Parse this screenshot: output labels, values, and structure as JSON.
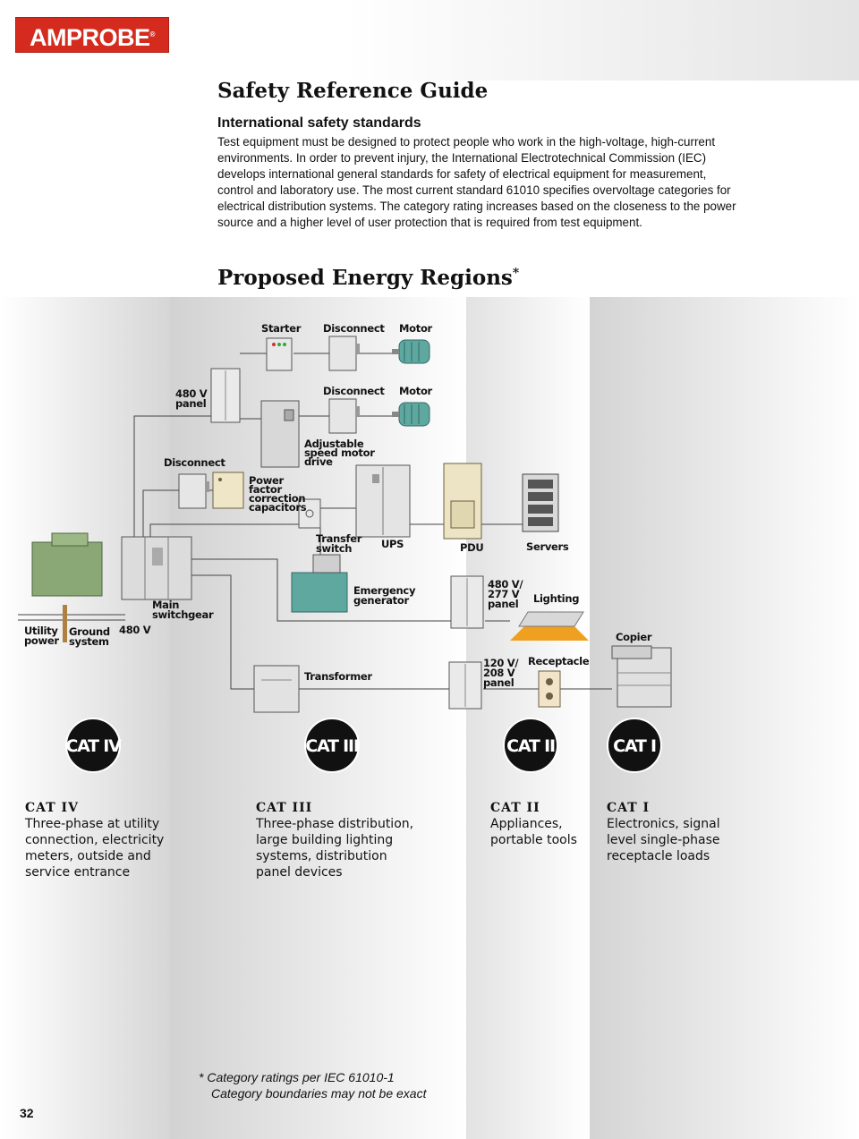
{
  "brand": {
    "name": "AMPROBE",
    "mark": "®"
  },
  "title": "Safety Reference Guide",
  "section": {
    "heading": "International safety standards",
    "body": "Test equipment must be designed to protect people who work in the high-voltage, high-current environments. In order to prevent injury, the International Electrotechnical Commission (IEC) develops international general standards for safety of electrical equipment for measurement, control and laboratory use. The most current standard 61010 specifies overvoltage categories for electrical distribution systems. The category rating increases based on the closeness to the power source and a higher level of user protection that is required from test equipment."
  },
  "regions": {
    "heading": "Proposed Energy Regions",
    "marker": "*"
  },
  "diagram": {
    "labels": {
      "starter": "Starter",
      "disconnect1": "Disconnect",
      "motor1": "Motor",
      "panel480_a": "480 V",
      "panel480_b": "panel",
      "disconnect2": "Disconnect",
      "motor2": "Motor",
      "asd_a": "Adjustable",
      "asd_b": "speed motor",
      "asd_c": "drive",
      "disconnect3": "Disconnect",
      "pfc_a": "Power",
      "pfc_b": "factor",
      "pfc_c": "correction",
      "pfc_d": "capacitors",
      "transfer_a": "Transfer",
      "transfer_b": "switch",
      "ups": "UPS",
      "pdu": "PDU",
      "servers": "Servers",
      "gen_a": "Emergency",
      "gen_b": "generator",
      "p277_a": "480 V/",
      "p277_b": "277 V",
      "p277_c": "panel",
      "lighting": "Lighting",
      "copier": "Copier",
      "main_a": "Main",
      "main_b": "switchgear",
      "v480": "480 V",
      "utility_a": "Utility",
      "utility_b": "power",
      "ground_a": "Ground",
      "ground_b": "system",
      "transformer": "Transformer",
      "p208_a": "120 V/",
      "p208_b": "208 V",
      "p208_c": "panel",
      "receptacle": "Receptacle"
    }
  },
  "categories": [
    {
      "badge": "CAT IV",
      "title": "CAT IV",
      "description": "Three-phase at utility\nconnection, electricity\nmeters, outside and\nservice entrance"
    },
    {
      "badge": "CAT III",
      "title": "CAT III",
      "description": "Three-phase distribution,\nlarge building lighting\nsystems, distribution\npanel devices"
    },
    {
      "badge": "CAT II",
      "title": "CAT II",
      "description": "Appliances,\nportable tools"
    },
    {
      "badge": "CAT I",
      "title": "CAT I",
      "description": "Electronics, signal\nlevel single-phase\nreceptacle loads"
    }
  ],
  "footnote": {
    "line1": "*  Category ratings per IEC 61010-1",
    "line2": "Category boundaries may not be exact"
  },
  "page_number": "32",
  "colors": {
    "brand_red": "#d52b1e",
    "badge_black": "#111111",
    "motor_teal": "#5fa8a0",
    "switchgear_green": "#8aa875",
    "lighting_orange": "#f0a020"
  }
}
